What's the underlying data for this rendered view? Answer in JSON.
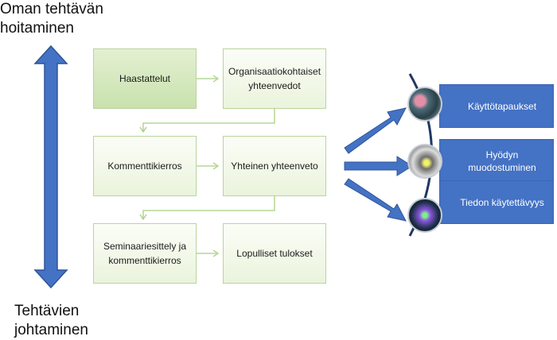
{
  "labels": {
    "top": "Oman tehtävän\nhoitaminen",
    "bottom": "Tehtävien\njohtaminen"
  },
  "boxes": {
    "b1": "Haastattelut",
    "b2": "Organisaatiokohtaiset yhteenvedot",
    "b3": "Kommenttikierros",
    "b4": "Yhteinen yhteenveto",
    "b5": "Seminaariesittely ja kommenttikierros",
    "b6": "Lopulliset tulokset"
  },
  "outcomes": [
    {
      "label": "Käyttötapaukset",
      "icon": "aerial-photo-thumbnail-icon"
    },
    {
      "label": "Hyödyn muodostuminen",
      "icon": "map-thumbnail-icon"
    },
    {
      "label": "Tiedon käytettävyys",
      "icon": "point-cloud-thumbnail-icon"
    }
  ],
  "colors": {
    "arrow_blue": "#4472c4",
    "box_border": "#b9d59a",
    "connector_green": "#a8cf80"
  }
}
